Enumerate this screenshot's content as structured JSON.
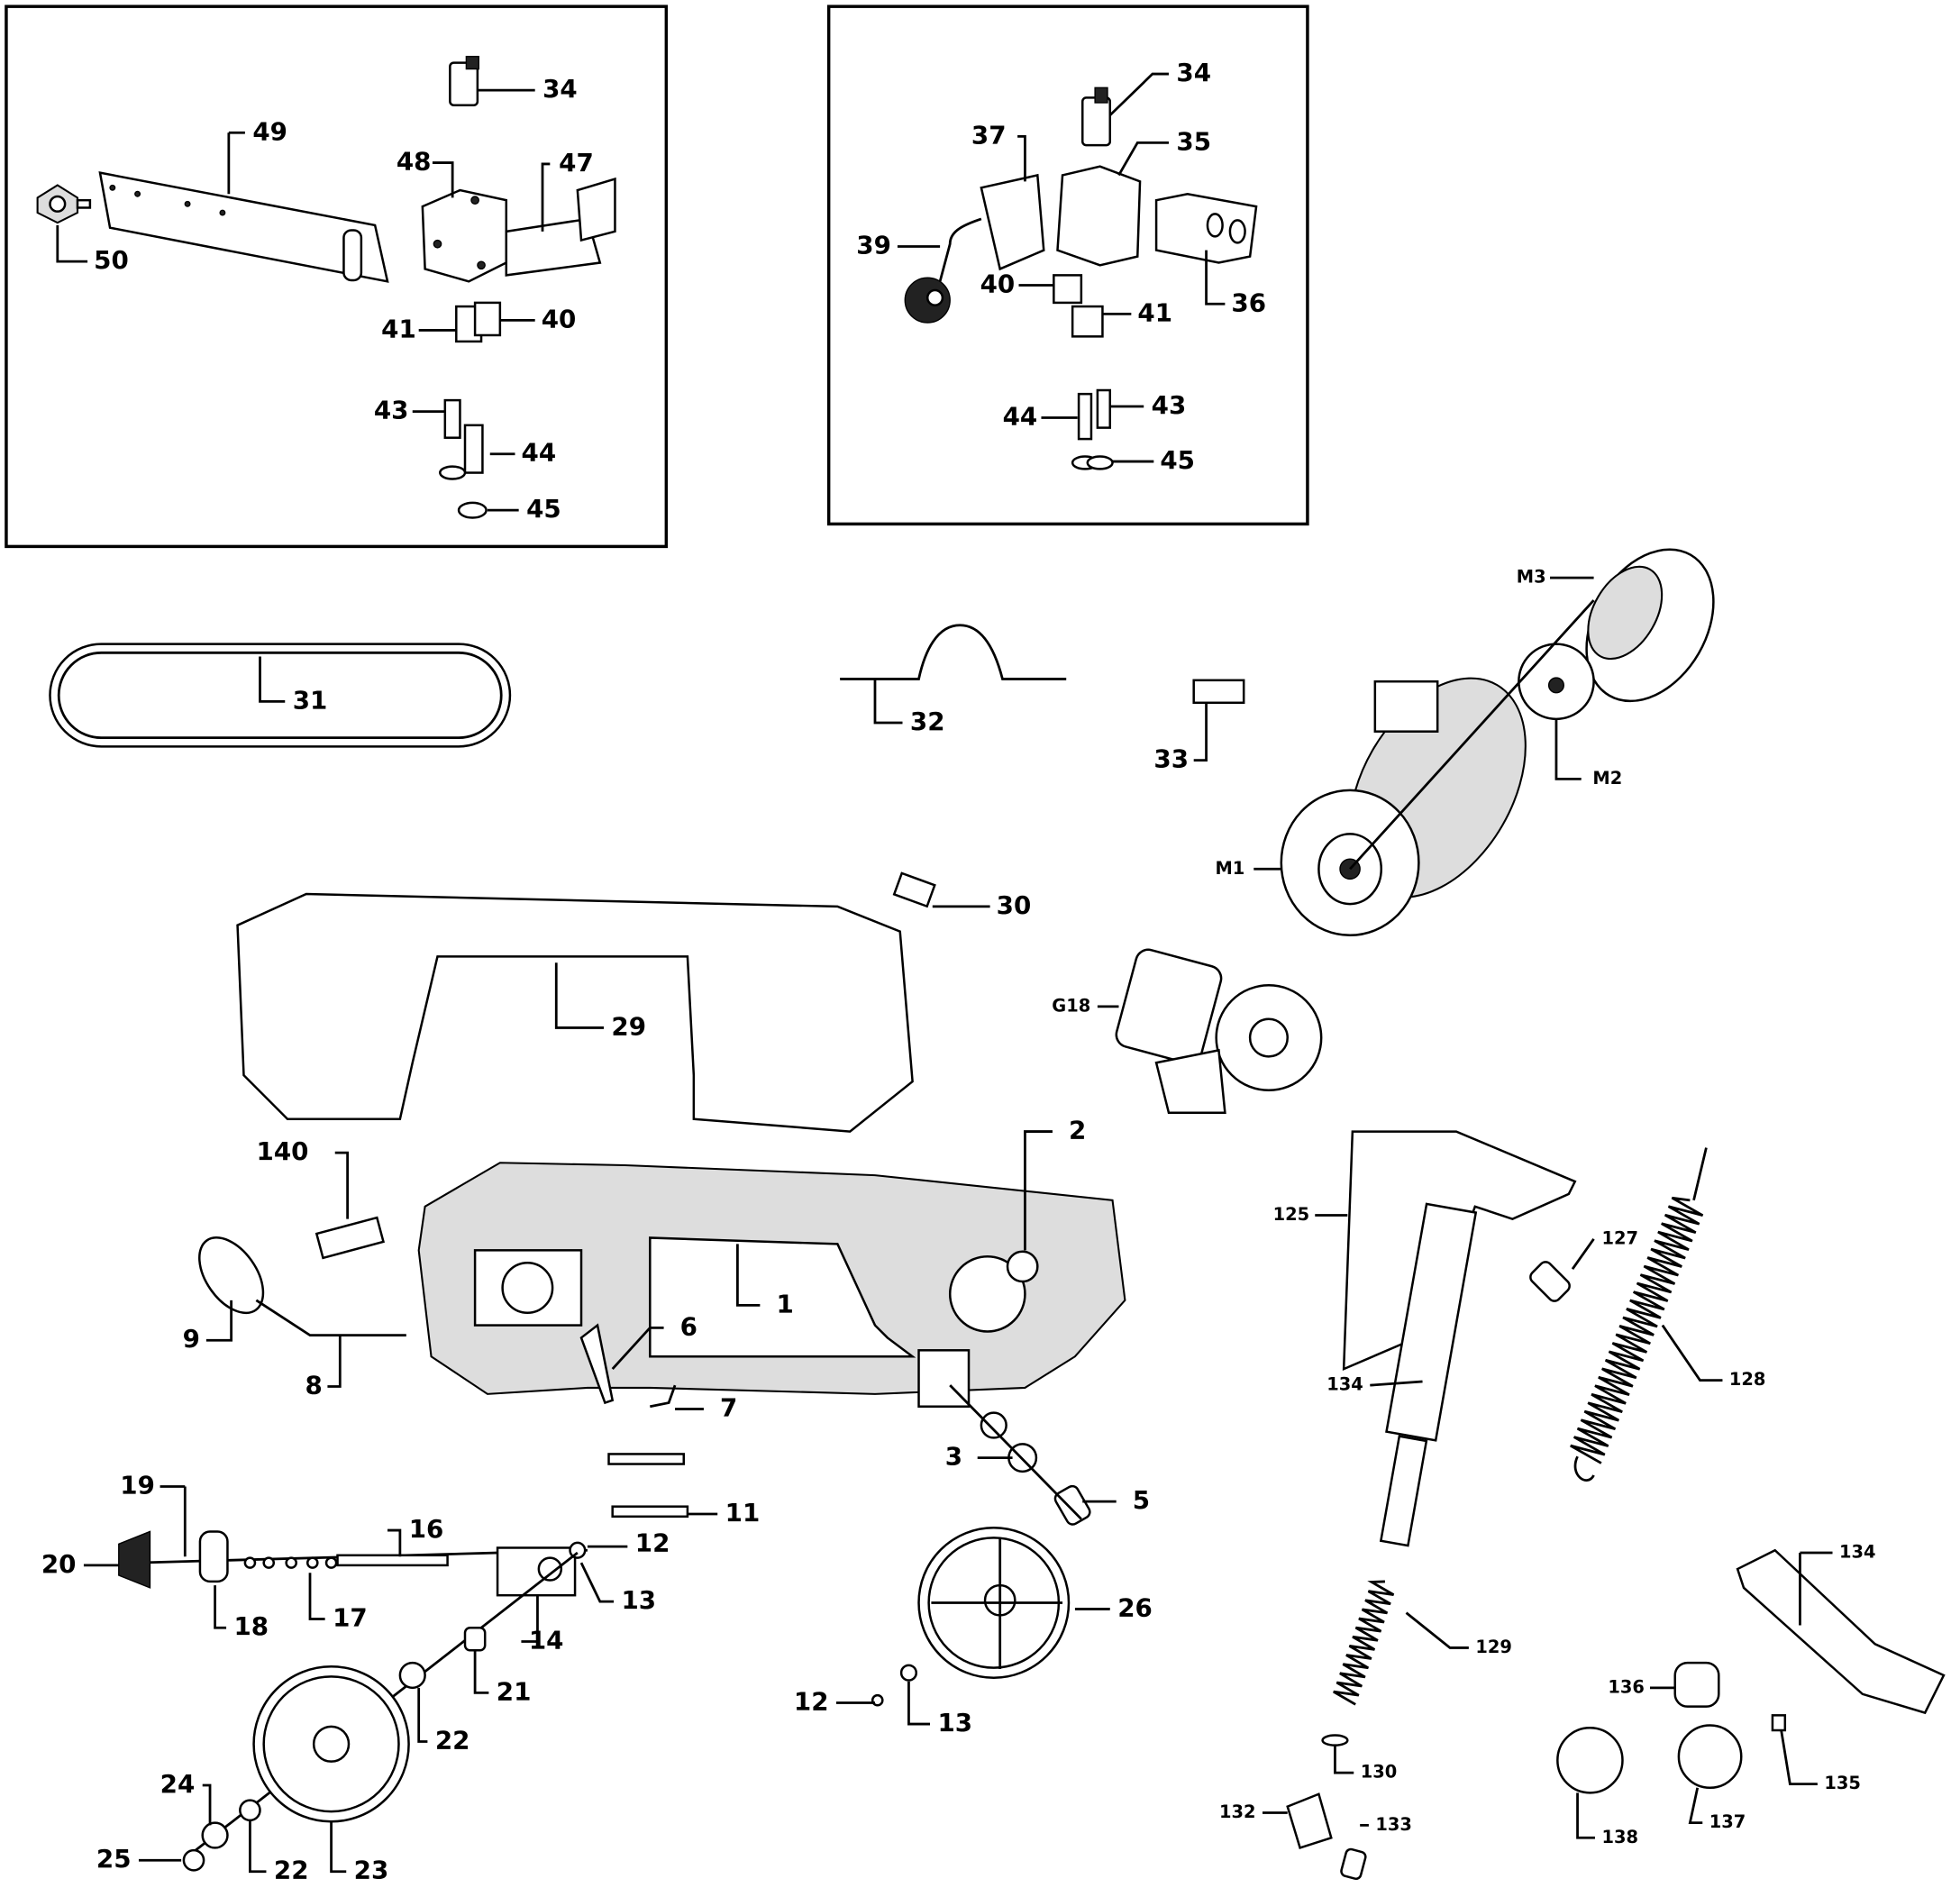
{
  "labels": {
    "box1": [
      "34",
      "49",
      "48",
      "47",
      "50",
      "41",
      "40",
      "43",
      "44",
      "45"
    ],
    "box2": [
      "34",
      "37",
      "35",
      "39",
      "40",
      "41",
      "36",
      "44",
      "43",
      "45"
    ],
    "main": [
      "M3",
      "31",
      "32",
      "33",
      "M2",
      "M1",
      "30",
      "29",
      "G18",
      "2",
      "140",
      "125",
      "127",
      "1",
      "9",
      "6",
      "8",
      "134",
      "128",
      "7",
      "3",
      "5",
      "11",
      "19",
      "16",
      "12",
      "20",
      "134",
      "13",
      "26",
      "18",
      "17",
      "14",
      "129",
      "21",
      "136",
      "12",
      "13",
      "22",
      "130",
      "135",
      "24",
      "132",
      "133",
      "137",
      "138",
      "25",
      "22",
      "23"
    ]
  }
}
